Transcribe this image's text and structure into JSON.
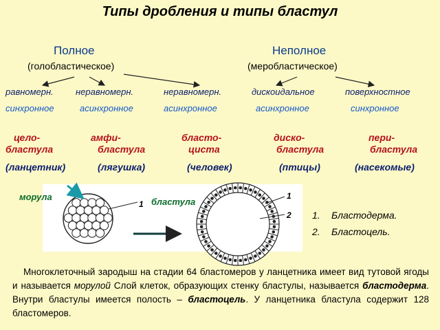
{
  "title": "Типы дробления и типы бластул",
  "types": [
    {
      "name": "Полное",
      "sub": "(голобластическое)"
    },
    {
      "name": "Неполное",
      "sub": "(меробластическое)"
    }
  ],
  "columns": [
    {
      "cleavage": "равномерн.",
      "sync": "синхронное",
      "blastula": [
        "цело-",
        "бластула"
      ],
      "example": "(ланцетник)"
    },
    {
      "cleavage": "неравномерн.",
      "sync": "асинхронное",
      "blastula": [
        "амфи-",
        "бластула"
      ],
      "example": "(лягушка)"
    },
    {
      "cleavage": "неравномерн.",
      "sync": "асинхронное",
      "blastula": [
        "бласто-",
        "циста"
      ],
      "example": "(человек)"
    },
    {
      "cleavage": "дискоидальное",
      "sync": "асинхронное",
      "blastula": [
        "диско-",
        "бластула"
      ],
      "example": "(птицы)"
    },
    {
      "cleavage": "поверхностное",
      "sync": "синхронное",
      "blastula": [
        "пери-",
        "бластула"
      ],
      "example": "(насекомые)"
    }
  ],
  "figure": {
    "morula_label": "морула",
    "blastula_label": "бластула",
    "morula_marker": "1",
    "blastula_markers": [
      "1",
      "2"
    ]
  },
  "legend": [
    {
      "num": "1.",
      "text": "Бластодерма."
    },
    {
      "num": "2.",
      "text": "Бластоцель."
    }
  ],
  "description": {
    "p1": "Многоклеточный зародыш на стадии 64 бластомеров у ланцетника имеет вид тутовой ягоды и называется ",
    "morula": "морулой",
    "p2": " Слой клеток, образующих стенку бластулы, называется ",
    "blastoderm": "бластодерма",
    "p3": ". Внутри бластулы имеется полость – ",
    "blastocoel": "бластоцель",
    "p4": ". У ланцетника бластула содержит 128 бластомеров."
  },
  "colors": {
    "background": "#fdf9c7",
    "navy": "#0a1e6e",
    "blue": "#1558c8",
    "red": "#b4121b",
    "green": "#0b6b2a",
    "teal_arrow": "#1a9aa8"
  }
}
